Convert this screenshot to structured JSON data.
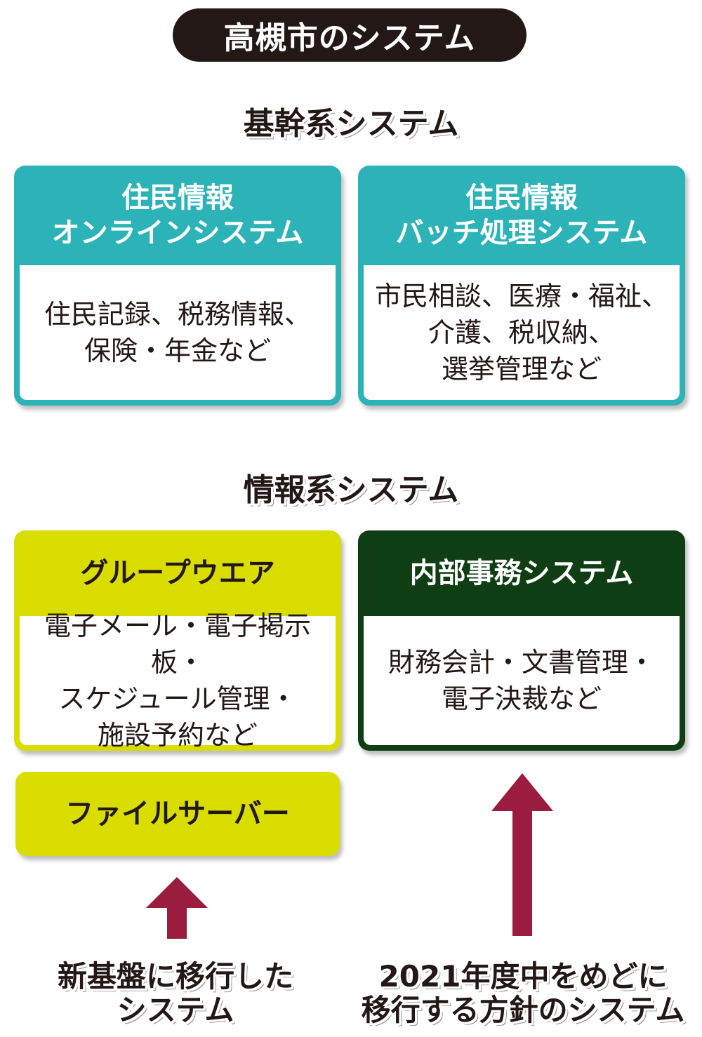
{
  "title": "高槻市のシステム",
  "sections": {
    "core": {
      "heading": "基幹系システム",
      "cards": [
        {
          "header_lines": [
            "住民情報",
            "オンラインシステム"
          ],
          "body_lines": [
            "住民記録、税務情報、",
            "保険・年金など"
          ],
          "color": "#2bb3b8"
        },
        {
          "header_lines": [
            "住民情報",
            "バッチ処理システム"
          ],
          "body_lines": [
            "市民相談、医療・福祉、",
            "介護、税収納、",
            "選挙管理など"
          ],
          "color": "#2bb3b8"
        }
      ]
    },
    "info": {
      "heading": "情報系システム",
      "cards": [
        {
          "header_lines": [
            "グループウエア"
          ],
          "body_lines": [
            "電子メール・電子掲示板・",
            "スケジュール管理・",
            "施設予約など"
          ],
          "color": "#d9de00"
        },
        {
          "header_lines": [
            "内部事務システム"
          ],
          "body_lines": [
            "財務会計・文書管理・",
            "電子決裁など"
          ],
          "color": "#0f3d14"
        }
      ],
      "file_server": {
        "label": "ファイルサーバー",
        "color": "#d9de00"
      }
    }
  },
  "arrows": {
    "color": "#9a1c3f"
  },
  "captions": {
    "left": [
      "新基盤に移行した",
      "システム"
    ],
    "right": [
      "2021年度中をめどに",
      "移行する方針のシステム"
    ]
  }
}
